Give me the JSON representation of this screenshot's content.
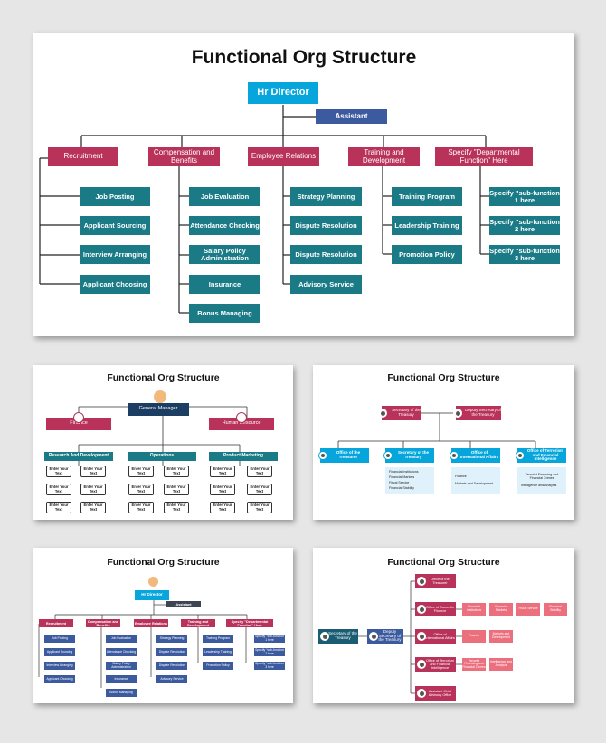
{
  "slide1": {
    "title": "Functional Org Structure",
    "director": "Hr Director",
    "assistant": "Assistant",
    "departments": [
      {
        "name": "Recruitment",
        "items": [
          "Job Posting",
          "Applicant Sourcing",
          "Interview Arranging",
          "Applicant Choosing"
        ]
      },
      {
        "name": "Compensation and Benefits",
        "items": [
          "Job Evaluation",
          "Attendance Checking",
          "Salary Policy Administration",
          "Insurance",
          "Bonus Managing"
        ]
      },
      {
        "name": "Employee Relations",
        "items": [
          "Strategy Planning",
          "Dispute Resolution",
          "Dispute Resolution",
          "Advisory Service"
        ]
      },
      {
        "name": "Training and Development",
        "items": [
          "Training Program",
          "Leadership Training",
          "Promotion Policy"
        ]
      },
      {
        "name": "Specify \"Departmental Function\" Here",
        "items": [
          "Specify \"sub-function 1 here",
          "Specify \"sub-function 2 here",
          "Specify \"sub-function 3 here"
        ]
      }
    ]
  },
  "slide2": {
    "title": "Functional Org Structure",
    "manager": "General Manager",
    "finance": "Finance",
    "hr": "Human Resource",
    "divisions": [
      "Research And Development",
      "Operations",
      "Product Marketing"
    ],
    "cell": "Enter Your Text"
  },
  "slide3": {
    "title": "Functional Org Structure",
    "secretary": "Secretary of the Treasury",
    "deputy": "Deputy Secretary of the Treasury",
    "offices": [
      {
        "name": "Office of the Treasurer",
        "details": []
      },
      {
        "name": "Secretary of the Treasury",
        "details": [
          "Financial Institutions",
          "Financial Markets",
          "Fiscal Service",
          "Financial Stability"
        ]
      },
      {
        "name": "Office of International Affairs",
        "details": [
          "Finance",
          "Markets and Development"
        ]
      },
      {
        "name": "Office of Terrorism and Financial Intelligence",
        "details": [
          "Terrorist Financing and Financial Crimes",
          "Intelligence and Analysis"
        ]
      }
    ]
  },
  "slide4": {
    "title": "Functional Org Structure",
    "director": "Hr Director",
    "assistant": "Assistant",
    "departments": [
      {
        "name": "Recruitment",
        "items": [
          "Job Posting",
          "Applicant Sourcing",
          "Interview Arranging",
          "Applicant Choosing"
        ]
      },
      {
        "name": "Compensation and Benefits",
        "items": [
          "Job Evaluation",
          "Attendance Checking",
          "Salary Policy Administration",
          "Insurance",
          "Bonus Managing"
        ]
      },
      {
        "name": "Employee Relations",
        "items": [
          "Strategy Planning",
          "Dispute Resolution",
          "Dispute Resolution",
          "Advisory Service"
        ]
      },
      {
        "name": "Training and Development",
        "items": [
          "Training Program",
          "Leadership Training",
          "Promotion Policy"
        ]
      },
      {
        "name": "Specify \"Departmental Function\" Here",
        "items": [
          "Specify \"sub-function 1 here",
          "Specify \"sub-function 2 here",
          "Specify \"sub-function 3 here"
        ]
      }
    ]
  },
  "slide5": {
    "title": "Functional Org Structure",
    "secretary": "Secretary of the Treasury",
    "deputy": "Deputy Secretary of the Treasury",
    "offices": [
      "Office of the Treasurer",
      "Office of Domestic Finance",
      "Office of International Affairs",
      "Office of Terrorism and Financial Intelligence",
      "Assistant Chief Advisory Office"
    ],
    "subunits": [
      [],
      [
        "Financial Institutions",
        "Financial Markets",
        "Fiscal Service",
        "Financial Stability"
      ],
      [
        "Finance",
        "Markets and Development"
      ],
      [
        "Terrorist Financing and Financial Crimes",
        "Intelligence and Analysis"
      ],
      []
    ]
  }
}
